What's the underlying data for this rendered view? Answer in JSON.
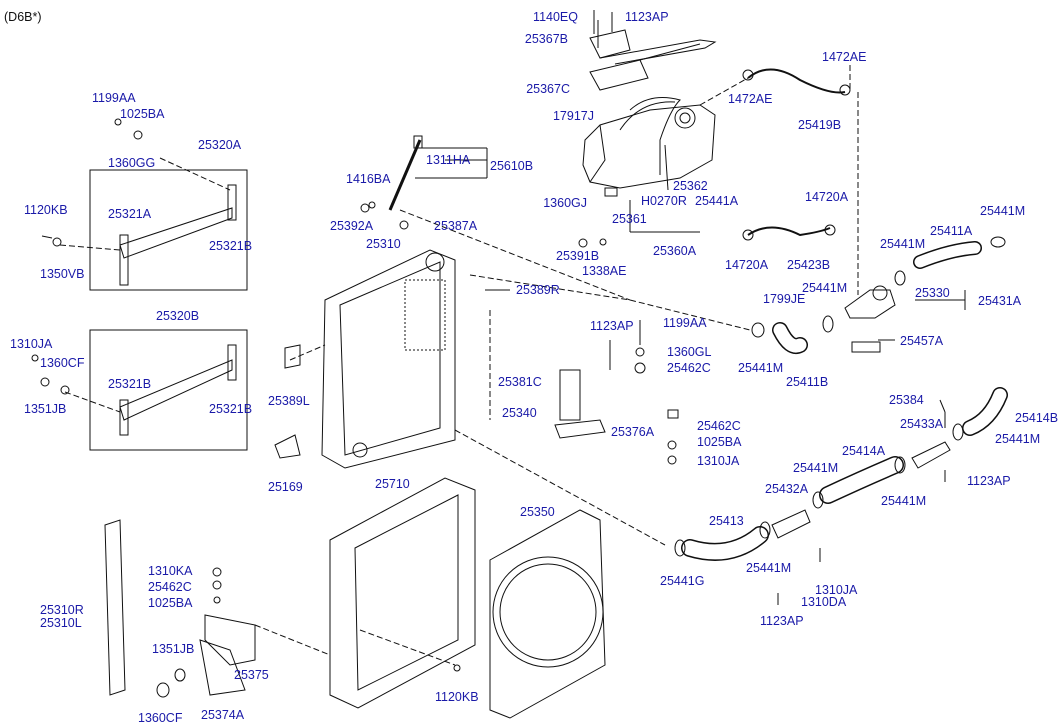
{
  "header": {
    "variant": "(D6B*)"
  },
  "colors": {
    "label": "#1a1aa8",
    "line": "#111111"
  },
  "labels": {
    "l1140EQ": "1140EQ",
    "l1123AP_a": "1123AP",
    "l25367B": "25367B",
    "l25367C": "25367C",
    "l17917J": "17917J",
    "l1360GJ": "1360GJ",
    "l25361": "25361",
    "lH0270R": "H0270R",
    "l25362": "25362",
    "l25441A_a": "25441A",
    "l25360A": "25360A",
    "l1472AE_a": "1472AE",
    "l1472AE_b": "1472AE",
    "l25419B": "25419B",
    "l14720A_a": "14720A",
    "l14720A_b": "14720A",
    "l25423B": "25423B",
    "l25441M_a": "25441M",
    "l25441M_b": "25441M",
    "l25411A": "25411A",
    "l25330": "25330",
    "l25431A": "25431A",
    "l25457A": "25457A",
    "l1799JE": "1799JE",
    "l25441M_c": "25441M",
    "l25441M_d": "25441M",
    "l25411B": "25411B",
    "l1199AA_a": "1199AA",
    "l1025BA_a": "1025BA",
    "l1360GG": "1360GG",
    "l25320A": "25320A",
    "l1120KB_a": "1120KB",
    "l25321A_a": "25321A",
    "l25321B_a": "25321B",
    "l1350VB": "1350VB",
    "l1311HA": "1311HA",
    "l25610B": "25610B",
    "l1416BA": "1416BA",
    "l25392A": "25392A",
    "l25387A": "25387A",
    "l25310": "25310",
    "l25391B": "25391B",
    "l1338AE": "1338AE",
    "l25389R": "25389R",
    "l25320B": "25320B",
    "l1310JA_a": "1310JA",
    "l1360CF_a": "1360CF",
    "l1351JB_a": "1351JB",
    "l25321B_b": "25321B",
    "l25321B_c": "25321B",
    "l25389L": "25389L",
    "l25169": "25169",
    "l1123AP_b": "1123AP",
    "l1199AA_b": "1199AA",
    "l1360GL": "1360GL",
    "l25381C": "25381C",
    "l25462C_a": "25462C",
    "l25340": "25340",
    "l25376A": "25376A",
    "l25462C_b": "25462C",
    "l1025BA_b": "1025BA",
    "l1310JA_b": "1310JA",
    "l25384": "25384",
    "l25414B": "25414B",
    "l25433A": "25433A",
    "l25441M_e": "25441M",
    "l25414A": "25414A",
    "l25441M_f": "25441M",
    "l1123AP_c": "1123AP",
    "l25432A": "25432A",
    "l25441M_g": "25441M",
    "l25413": "25413",
    "l25441G": "25441G",
    "l25441M_h": "25441M",
    "l1310JA_c": "1310JA",
    "l1310DA": "1310DA",
    "l1123AP_d": "1123AP",
    "l25710": "25710",
    "l25350": "25350",
    "l1310KA": "1310KA",
    "l25462C_c": "25462C",
    "l1025BA_c": "1025BA",
    "l25310R": "25310R",
    "l25310L": "25310L",
    "l1351JB_b": "1351JB",
    "l25375": "25375",
    "l1360CF_b": "1360CF",
    "l25374A": "25374A",
    "l1120KB_b": "1120KB"
  }
}
